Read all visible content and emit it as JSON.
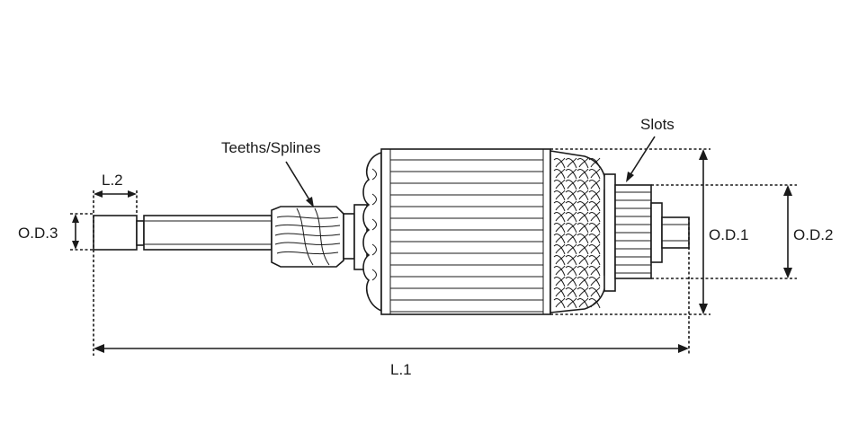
{
  "labels": {
    "teeth": "Teeths/Splines",
    "slots": "Slots",
    "l2": "L.2",
    "od3": "O.D.3",
    "od1": "O.D.1",
    "od2": "O.D.2",
    "l1": "L.1"
  }
}
